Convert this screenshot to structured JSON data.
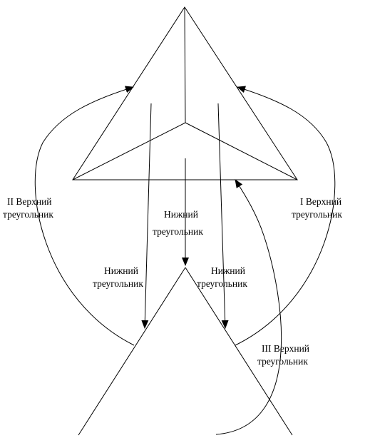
{
  "labels": {
    "upper_II": [
      "II Верхний",
      "треугольник"
    ],
    "upper_I": [
      "I Верхний",
      "треугольник"
    ],
    "lower_center": [
      "Нижний",
      "треугольник"
    ],
    "lower_left": [
      "Нижний",
      "треугольник"
    ],
    "lower_right": [
      "Нижний",
      "треугольник"
    ],
    "upper_III": [
      "III Верхний",
      "треугольник"
    ]
  }
}
